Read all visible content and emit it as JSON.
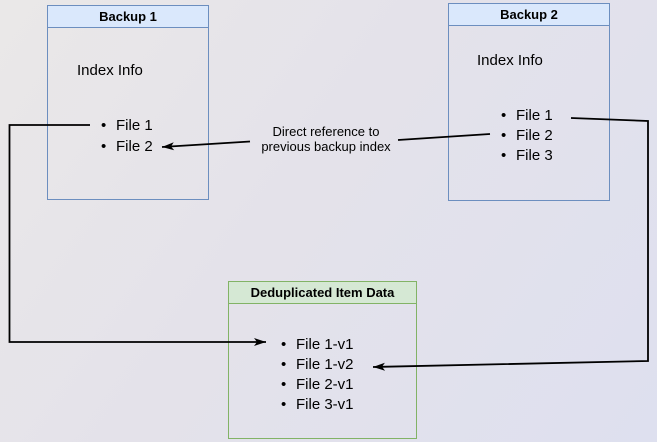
{
  "backup1": {
    "title": "Backup 1",
    "body_heading": "Index Info",
    "items": [
      "File 1",
      "File 2"
    ]
  },
  "backup2": {
    "title": "Backup 2",
    "body_heading": "Index Info",
    "items": [
      "File 1",
      "File 2",
      "File 3"
    ]
  },
  "dedup": {
    "title": "Deduplicated Item Data",
    "items": [
      "File 1-v1",
      "File 1-v2",
      "File 2-v1",
      "File 3-v1"
    ]
  },
  "annotations": {
    "direct_reference_label": "Direct reference to\nprevious backup index"
  },
  "colors": {
    "blue_header_fill": "#dae8fc",
    "blue_border": "#6c8ebf",
    "green_header_fill": "#d5e8d4",
    "green_border": "#82b366",
    "arrow": "#000000",
    "canvas_gradient_start": "#eae8e8",
    "canvas_gradient_end": "#dee0ef"
  }
}
